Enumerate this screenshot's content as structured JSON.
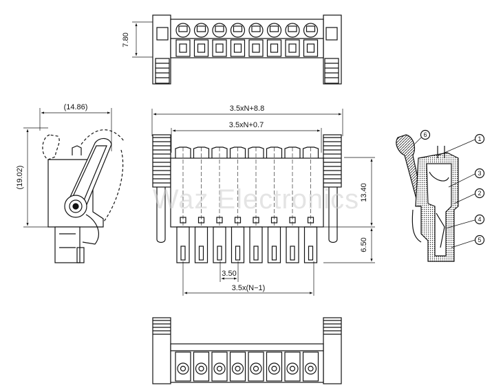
{
  "top_view": {
    "dim_height": "7.80",
    "pin_count": 8
  },
  "side_view": {
    "dim_width": "(14.86)",
    "dim_height": "(19.02)"
  },
  "front_view": {
    "dim_total": "3.5xN+8.8",
    "dim_inner": "3.5xN+0.7",
    "dim_height_upper": "13.40",
    "dim_height_lower": "6.50",
    "dim_pitch": "3.50",
    "dim_span": "3.5x(N−1)"
  },
  "section_view": {
    "callouts": [
      "1",
      "2",
      "3",
      "4",
      "5",
      "6"
    ]
  },
  "watermark": "Waz Electronics"
}
